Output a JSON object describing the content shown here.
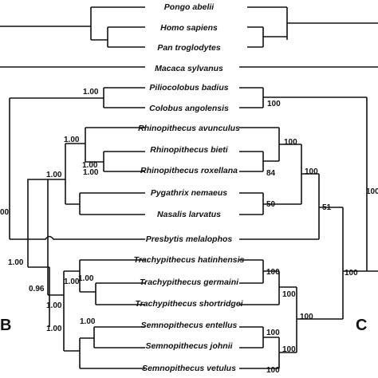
{
  "taxa": [
    "Pongo abelii",
    "Homo sapiens",
    "Pan troglodytes",
    "Macaca sylvanus",
    "Piliocolobus badius",
    "Colobus angolensis",
    "Rhinopithecus avunculus",
    "Rhinopithecus bieti",
    "Rhinopithecus roxellana",
    "Pygathrix nemaeus",
    "Nasalis larvatus",
    "Presbytis melalophos",
    "Trachypithecus hatinhensis",
    "Trachypithecus germaini",
    "Trachypithecus shortridgei",
    "Semnopithecus entellus",
    "Semnopithecus johnii",
    "Semnopithecus vetulus"
  ],
  "support_left": {
    "colobus_clade": "1.00",
    "rhino_root": "1.00",
    "rhino_bieti_roxellana": "1.00",
    "odd_nosed": "1.00",
    "asian_colobines": "1.00",
    "root_partial": "00",
    "trachy_semno_outer": "0.96",
    "trachy_root": "1.00",
    "trachy_pair": "1.00",
    "trachy_semno": "1.00",
    "semno_pair": "1.00",
    "semno_root": "1.00"
  },
  "support_right": {
    "colobus_clade": "100",
    "rhino_root": "100",
    "rhino_bieti_roxellana": "84",
    "pygathrix_nasalis": "50",
    "odd_nosed": "100",
    "presbytis_node": "51",
    "root_partial": "100",
    "trachy_pair": "100",
    "trachy_root": "100",
    "trachy_semno": "100",
    "asian_colobines": "100",
    "semno_pair": "100",
    "semno_root": "100",
    "semno_vetulus": "100"
  },
  "panel_labels": {
    "left": "B",
    "right": "C"
  }
}
